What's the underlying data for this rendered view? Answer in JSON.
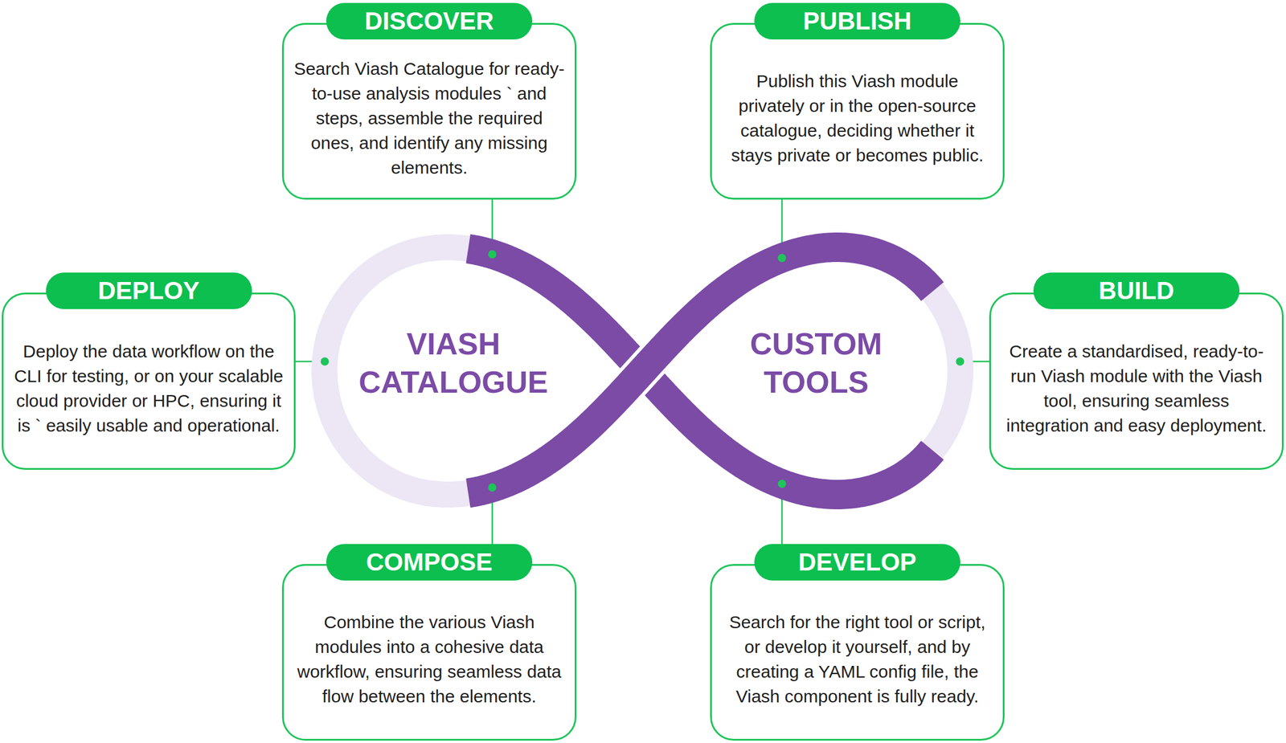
{
  "diagram": {
    "nodes": [
      {
        "text": [
          "DISCOVER",
          "Search Viash Catalogue for ready-to-use analysis modules ` and steps, assemble the required ones, and identify any missing elements."
        ]
      },
      {
        "text": [
          "PUBLISH",
          "Publish this Viash module privately or in the open-source catalogue, deciding whether it stays private or becomes public."
        ]
      },
      {
        "text": [
          "DEPLOY",
          "Deploy the data workflow on the CLI for testing, or on your scalable cloud provider or HPC, ensuring it is ` easily usable and operational."
        ]
      },
      {
        "text": [
          "BUILD",
          "Create a standardised, ready-to-run Viash module with the Viash tool, ensuring seamless integration and easy deployment."
        ]
      },
      {
        "text": [
          "COMPOSE",
          "Combine the various Viash modules into a cohesive data workflow, ensuring seamless data flow between the elements."
        ]
      },
      {
        "text": [
          "DEVELOP",
          "Search for the right tool or script, or develop it yourself, and by creating a YAML config file, the Viash component is fully ready."
        ]
      }
    ],
    "labels": [
      "VIASH CATALOGUE",
      "CUSTOM TOOLS"
    ]
  }
}
